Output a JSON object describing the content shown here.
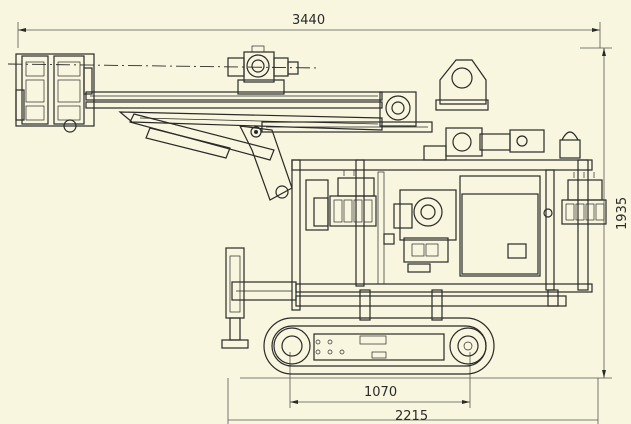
{
  "dimensions": {
    "overall_length": "3440",
    "overall_height": "1935",
    "track_center": "1070",
    "track_length": "2215"
  }
}
